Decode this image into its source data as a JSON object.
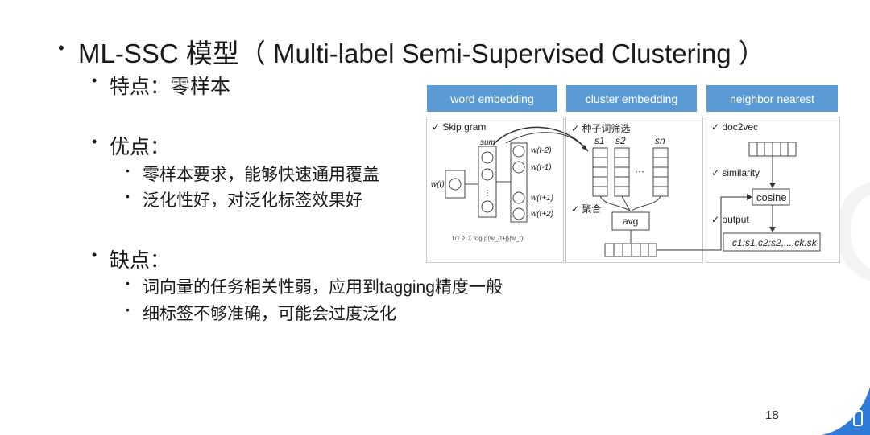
{
  "title": "ML-SSC 模型（ Multi-label Semi-Supervised Clustering ）",
  "features": {
    "label": "特点：零样本"
  },
  "pros": {
    "label": "优点：",
    "items": [
      "零样本要求，能够快速通用覆盖",
      "泛化性好，对泛化标签效果好"
    ]
  },
  "cons": {
    "label": "缺点：",
    "items": [
      "词向量的任务相关性弱，应用到tagging精度一般",
      "细标签不够准确，可能会过度泛化"
    ]
  },
  "diagram": {
    "headers": [
      "word embedding",
      "cluster embedding",
      "neighbor nearest"
    ],
    "word": {
      "check": "✓ Skip gram",
      "sum": "sum",
      "wt": "w(t)",
      "outputs": [
        "w(t-2)",
        "w(t-1)",
        "w(t+1)",
        "w(t+2)"
      ],
      "formula": "1/T Σ Σ log p(w_{t+j}|w_t)"
    },
    "cluster": {
      "check": "✓ 种子词筛选",
      "seeds": [
        "s1",
        "s2",
        "sn"
      ],
      "dots": "···",
      "merge": "✓ 聚合",
      "avg": "avg"
    },
    "neighbor": {
      "doc2vec": "✓ doc2vec",
      "similarity": "✓ similarity",
      "cosine": "cosine",
      "output": "✓ output",
      "result": "c1:s1,c2:s2,...,ck:sk"
    }
  },
  "page_number": "18",
  "colors": {
    "header_blue": "#5b9bd5",
    "accent_blue": "#2f7bd8"
  }
}
